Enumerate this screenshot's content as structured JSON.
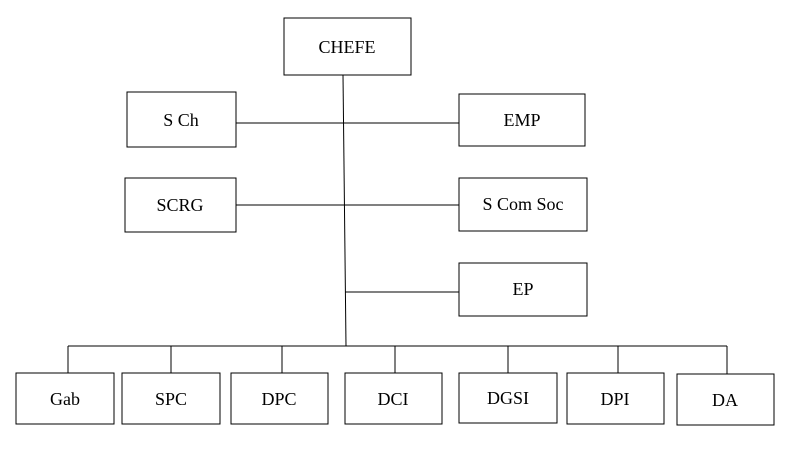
{
  "org_chart": {
    "root": "CHEFE",
    "staff_left": [
      "S Ch",
      "SCRG"
    ],
    "staff_right": [
      "EMP",
      "S Com Soc",
      "EP"
    ],
    "departments": [
      "Gab",
      "SPC",
      "DPC",
      "DCI",
      "DGSI",
      "DPI",
      "DA"
    ]
  }
}
